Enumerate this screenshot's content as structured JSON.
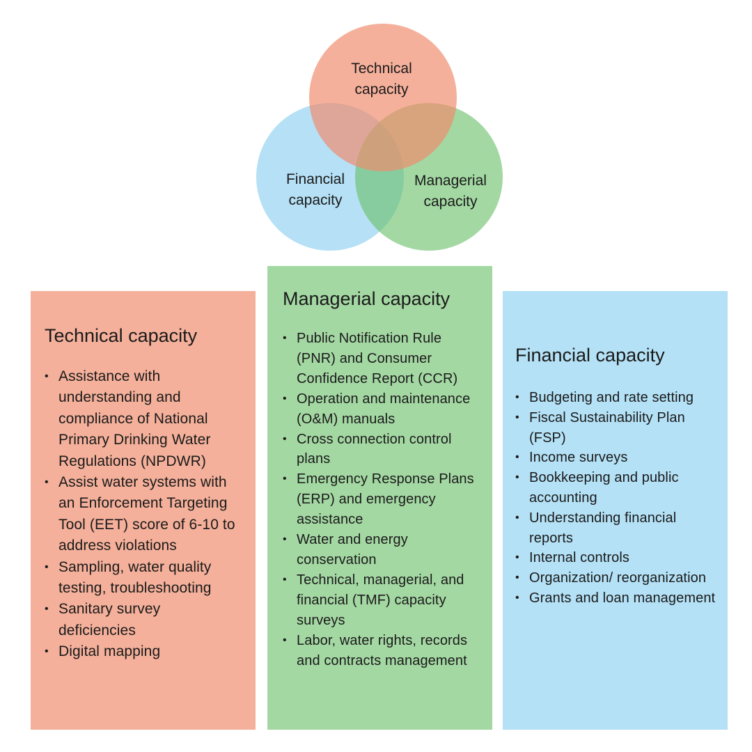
{
  "venn": {
    "technical": [
      "Technical",
      "capacity"
    ],
    "financial": [
      "Financial",
      "capacity"
    ],
    "managerial": [
      "Managerial",
      "capacity"
    ],
    "colors": {
      "technical": "#f08a6c",
      "financial": "#87cdef",
      "managerial": "#6bc06a"
    }
  },
  "cards": {
    "technical": {
      "title": "Technical capacity",
      "color": "#f4b09a",
      "items": [
        "Assistance with understanding and compliance of National Primary Drinking Water Regulations (NPDWR)",
        "Assist water systems with an Enforcement Targeting Tool (EET) score of 6-10 to address violations",
        "Sampling, water quality testing, troubleshooting",
        "Sanitary survey deficiencies",
        "Digital mapping"
      ]
    },
    "managerial": {
      "title": "Managerial capacity",
      "color": "#a4d8a3",
      "items": [
        "Public Notification Rule (PNR) and Consumer Confidence Report (CCR)",
        "Operation and maintenance (O&M) manuals",
        "Cross connection control plans",
        "Emergency Response Plans (ERP) and emergency assistance",
        "Water and energy conservation",
        "Technical, managerial, and financial (TMF) capacity surveys",
        "Labor, water rights, records and contracts management"
      ]
    },
    "financial": {
      "title": "Financial capacity",
      "color": "#b4e1f6",
      "items": [
        "Budgeting and rate setting",
        "Fiscal Sustainability Plan (FSP)",
        "Income surveys",
        "Bookkeeping and public accounting",
        "Understanding financial reports",
        "Internal controls",
        "Organization/ reorganization",
        "Grants and loan management"
      ]
    }
  }
}
